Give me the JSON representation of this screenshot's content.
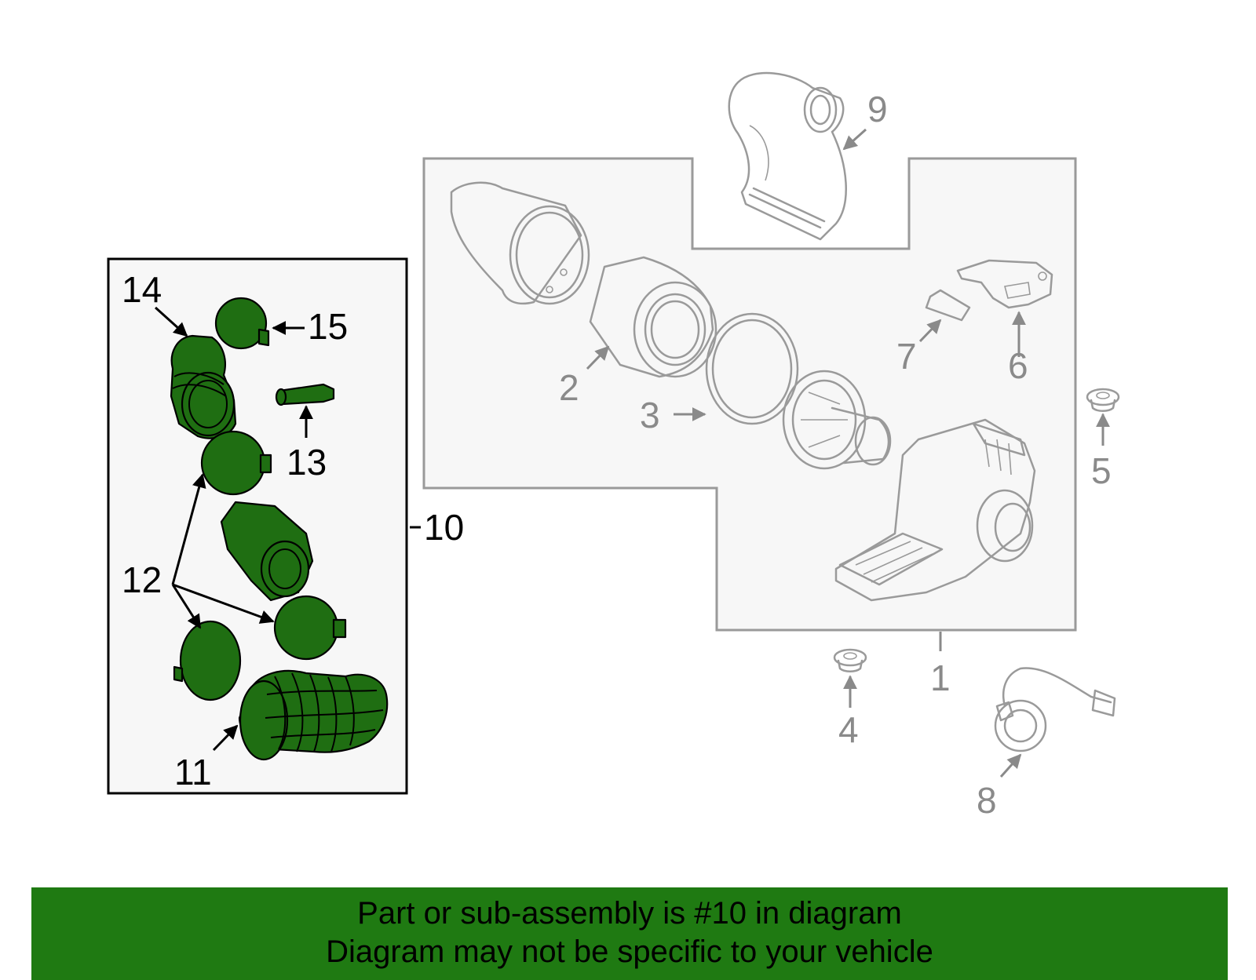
{
  "callouts": {
    "c1": "1",
    "c2": "2",
    "c3": "3",
    "c4": "4",
    "c5": "5",
    "c6": "6",
    "c7": "7",
    "c8": "8",
    "c9": "9",
    "c10": "10",
    "c11": "11",
    "c12": "12",
    "c13": "13",
    "c14": "14",
    "c15": "15"
  },
  "banner": {
    "line1": "Part or sub-assembly is #10 in diagram",
    "line2": "Diagram may not be specific to your vehicle"
  },
  "colors": {
    "highlight": "#1f6e12",
    "banner": "#1f7a12",
    "gray_part": "#9a9a9a",
    "panel": "#f7f7f7"
  }
}
